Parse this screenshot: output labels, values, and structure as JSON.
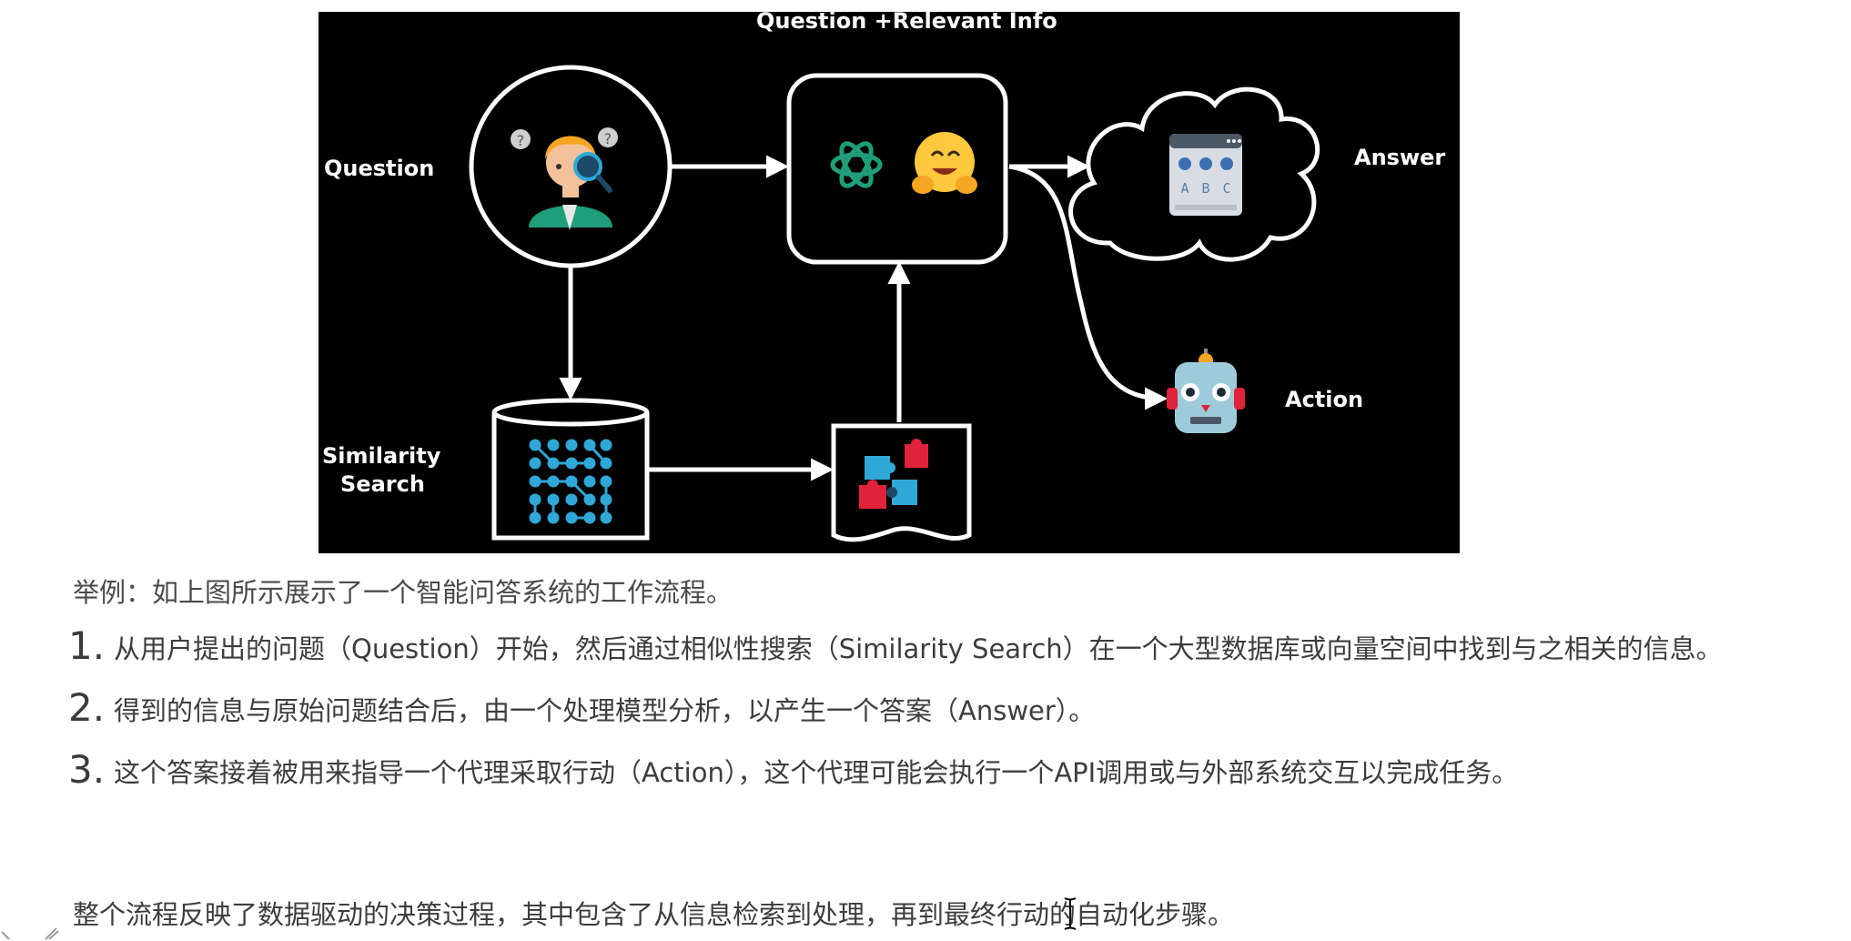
{
  "diagram": {
    "title": "Question +Relevant Info",
    "question_label": "Question",
    "similarity_label_line1": "Similarity",
    "similarity_label_line2": "Search",
    "answer_label": "Answer",
    "action_label": "Action",
    "answer_card_letters": [
      "A",
      "B",
      "C"
    ]
  },
  "caption": "举例：如上图所示展示了一个智能问答系统的工作流程。",
  "steps": [
    {
      "num": "1.",
      "text": "从用户提出的问题（Question）开始，然后通过相似性搜索（Similarity Search）在一个大型数据库或向量空间中找到与之相关的信息。"
    },
    {
      "num": "2.",
      "text": "得到的信息与原始问题结合后，由一个处理模型分析，以产生一个答案（Answer）。"
    },
    {
      "num": "3.",
      "text": "这个答案接着被用来指导一个代理采取行动（Action），这个代理可能会执行一个API调用或与外部系统交互以完成任务。"
    }
  ],
  "summary": "整个流程反映了数据驱动的决策过程，其中包含了从信息检索到处理，再到最终行动的自动化步骤。",
  "colors": {
    "diagram_background": "#000000",
    "diagram_foreground": "#ffffff",
    "body_text": "#3d3d3d",
    "accent_green": "#1f9e7a",
    "accent_yellow": "#ffc83d",
    "accent_red": "#e0223a",
    "accent_cyan": "#2fa8d8"
  }
}
